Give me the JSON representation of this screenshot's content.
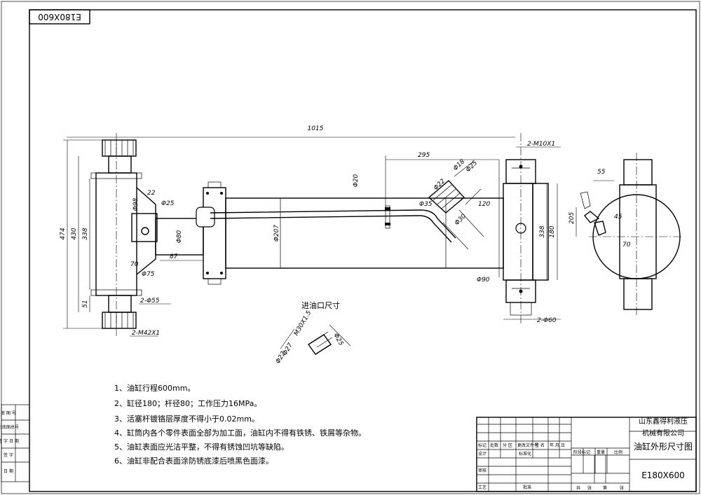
{
  "stamp_code": "E180X600",
  "dimensions": {
    "overall_len": "1015",
    "stroke_dim": "295",
    "port_thread": "2-M10X1",
    "d20": "Φ20",
    "d18": "Φ18",
    "d25a": "Φ25",
    "d22": "Φ22",
    "d30": "Φ30",
    "d35": "Φ35",
    "d120": "120",
    "h474": "474",
    "h430": "430",
    "h338": "338",
    "h51": "51",
    "d98": "Φ98",
    "d25b": "Φ25",
    "h22": "22",
    "d80": "Φ80",
    "h70": "70",
    "h87": "87",
    "d75": "Φ75",
    "d55": "2-Φ55",
    "m42": "2-M42X1",
    "d207": "Φ207",
    "d90": "Φ90",
    "r338": "338",
    "r180": "180",
    "d60": "2-Φ60",
    "s55": "55",
    "s205": "205",
    "s45": "45",
    "s70": "70",
    "m30": "M30X1.5",
    "d62a": "Φ27",
    "d62b": "Φ22",
    "d25c": "Φ25"
  },
  "port_title": "进油口尺寸",
  "notes": [
    "1、油缸行程600mm。",
    "2、缸径180；杆径80；工作压力16MPa。",
    "3、活塞杆镀铬层厚度不得小于0.02mm。",
    "4、缸筒内各个零件表面全部为加工面，油缸内不得有铁锈、铁屑等杂物。",
    "5、油缸表面应光洁平整，不得有锈蚀凹坑等缺陷。",
    "6、油缸非配合表面涂防锈底漆后喷黑色面漆。"
  ],
  "side_block": {
    "r1": "底 图 号",
    "r2": "旧底图总号",
    "r3": "签 字 日 期",
    "r4": "签 字",
    "r5": "日 期"
  },
  "title_block": {
    "company_line1": "山东鑫得利液压",
    "company_line2": "机械有限公司",
    "drawing_name": "油缸外形尺寸图",
    "drawing_no": "E180X600",
    "h_mark": "标记",
    "h_qty": "处数",
    "h_zone": "分 区",
    "h_docno": "更改文件号",
    "h_sign": "签 名",
    "h_date": "年.月.日",
    "designer": "设计",
    "standardize": "标准化",
    "stage_mark": "阶段标记",
    "weight": "重量",
    "scale": "比例",
    "checker": "审核",
    "process": "工艺",
    "approve": "批准",
    "sheets_total": "共",
    "sheets_this": "张",
    "sheet_no": "第",
    "sheet_unit": "张"
  }
}
